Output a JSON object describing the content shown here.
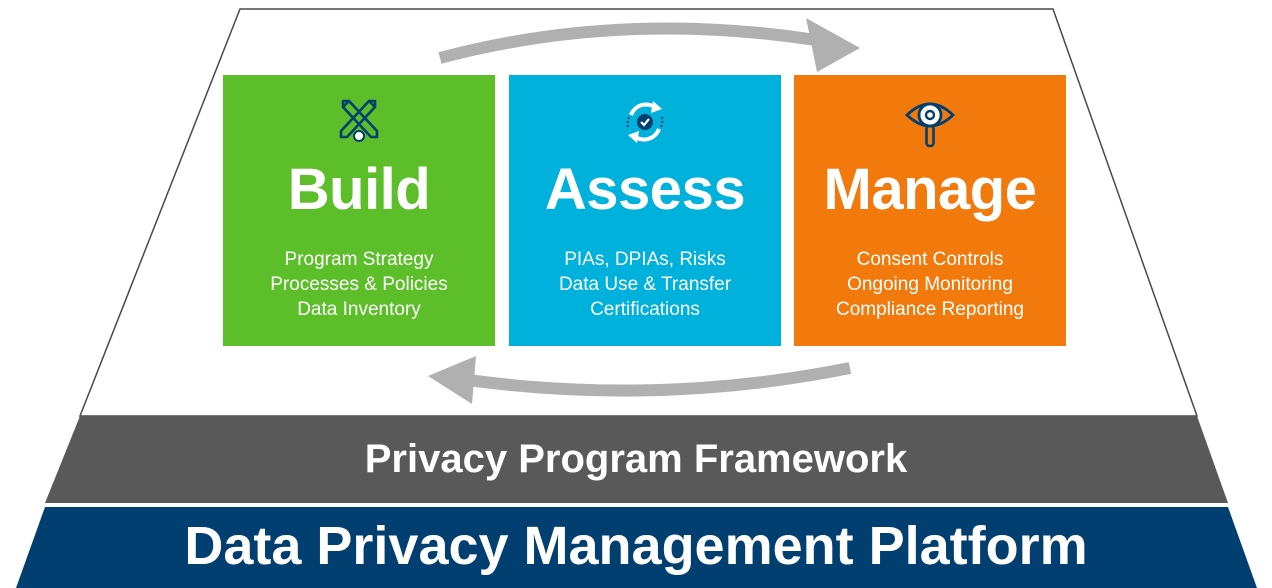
{
  "cards": [
    {
      "title": "Build",
      "icon": "crossed-pencils-icon",
      "color": "#5cbf2a",
      "items": [
        "Program Strategy",
        "Processes & Policies",
        "Data Inventory"
      ]
    },
    {
      "title": "Assess",
      "icon": "cycle-check-icon",
      "color": "#00b1dc",
      "items": [
        "PIAs, DPIAs, Risks",
        "Data Use & Transfer",
        "Certifications"
      ]
    },
    {
      "title": "Manage",
      "icon": "eye-magnifier-icon",
      "color": "#f27a0c",
      "items": [
        "Consent Controls",
        "Ongoing Monitoring",
        "Compliance Reporting"
      ]
    }
  ],
  "framework_band": {
    "label": "Privacy Program Framework",
    "color": "#595959"
  },
  "platform_band": {
    "label": "Data Privacy Management Platform",
    "color": "#003f6f"
  },
  "arrow_color": "#b0b0b0",
  "icon_color": "#003f6f"
}
